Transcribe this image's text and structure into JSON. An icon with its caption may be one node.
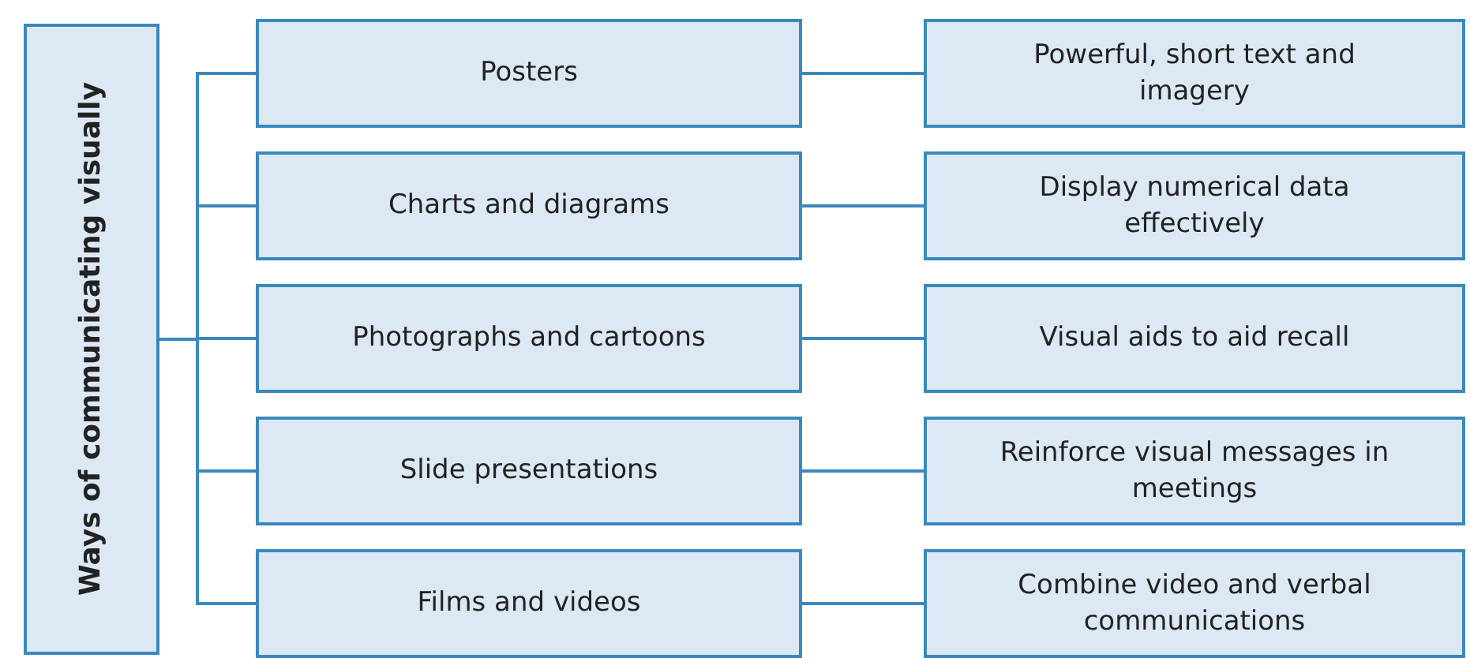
{
  "diagram": {
    "nodes": [
      {
        "text": [
          "Ways of communicating visually"
        ]
      },
      {
        "text": [
          "Posters"
        ]
      },
      {
        "text": [
          "Powerful, short text and imagery"
        ]
      },
      {
        "text": [
          "Charts and diagrams"
        ]
      },
      {
        "text": [
          "Display numerical data effectively"
        ]
      },
      {
        "text": [
          "Photographs and cartoons"
        ]
      },
      {
        "text": [
          "Visual aids to aid recall"
        ]
      },
      {
        "text": [
          "Slide presentations"
        ]
      },
      {
        "text": [
          "Reinforce visual messages in meetings"
        ]
      },
      {
        "text": [
          "Films and videos"
        ]
      },
      {
        "text": [
          "Combine video and verbal communications"
        ]
      }
    ],
    "edges": [
      {
        "from": 0,
        "to": 1,
        "arrow": "none"
      },
      {
        "from": 0,
        "to": 3,
        "arrow": "none"
      },
      {
        "from": 0,
        "to": 5,
        "arrow": "none"
      },
      {
        "from": 0,
        "to": 7,
        "arrow": "none"
      },
      {
        "from": 0,
        "to": 9,
        "arrow": "none"
      },
      {
        "from": 1,
        "to": 2,
        "arrow": "none"
      },
      {
        "from": 3,
        "to": 4,
        "arrow": "none"
      },
      {
        "from": 5,
        "to": 6,
        "arrow": "none"
      },
      {
        "from": 7,
        "to": 8,
        "arrow": "none"
      },
      {
        "from": 9,
        "to": 10,
        "arrow": "none"
      }
    ]
  }
}
